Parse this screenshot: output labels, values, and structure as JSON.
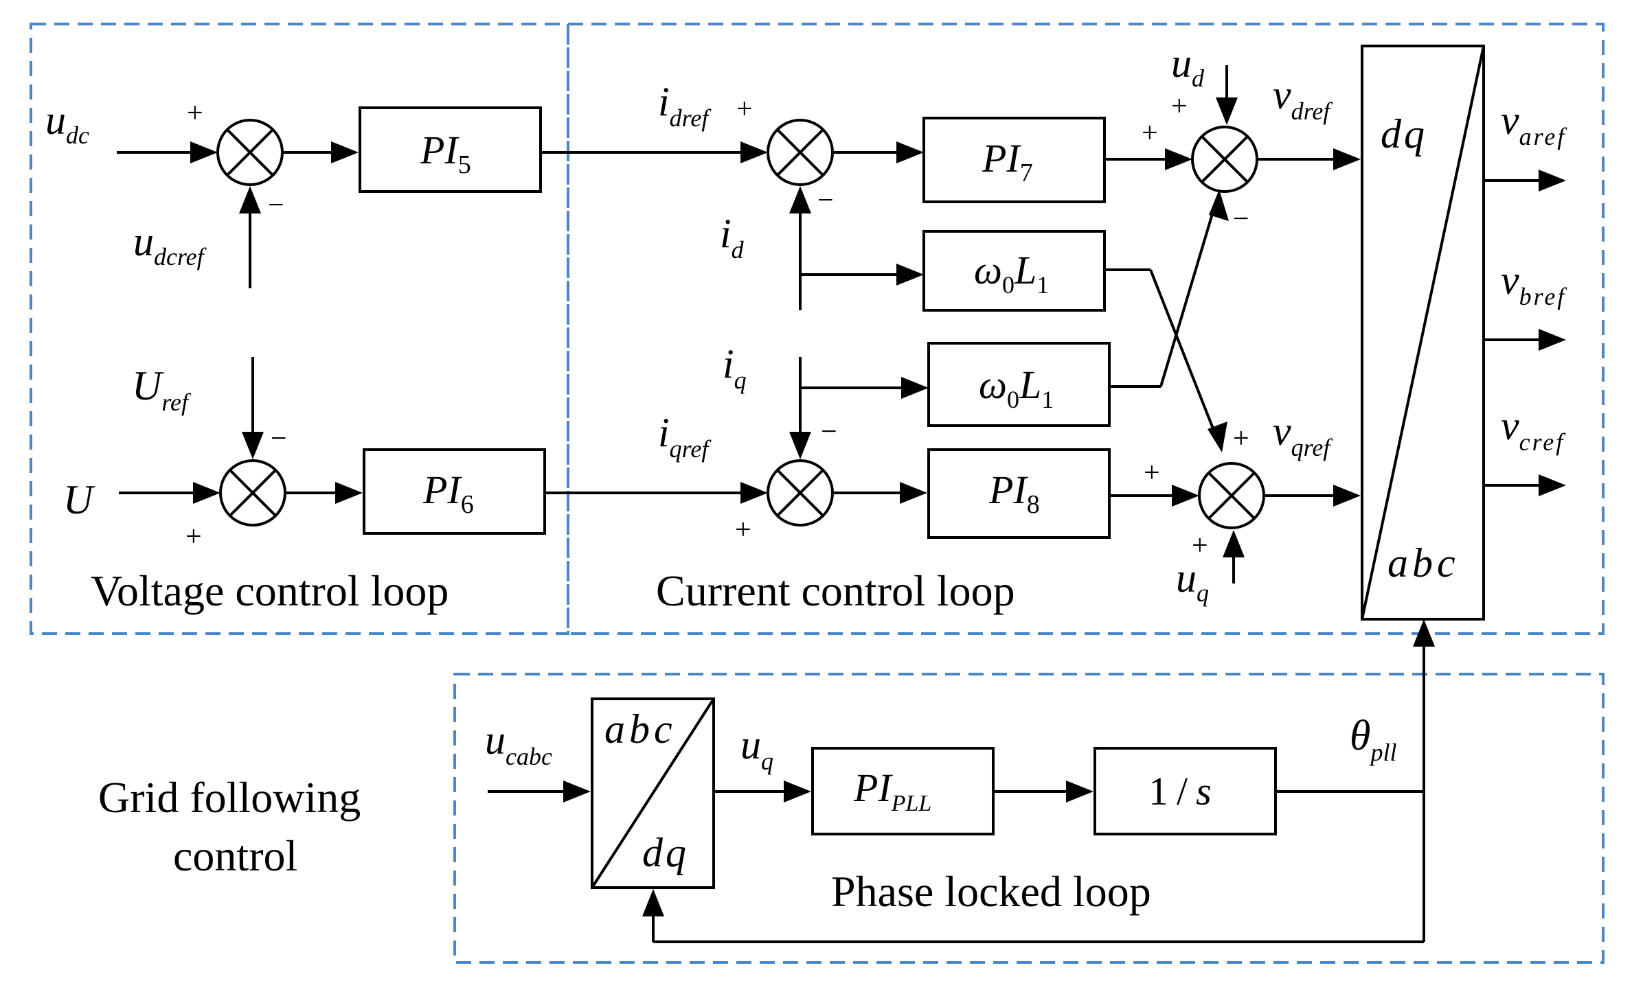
{
  "colors": {
    "frame": "#4a86c8",
    "line": "#000000",
    "background": "#ffffff"
  },
  "loops": {
    "voltage": "Voltage control loop",
    "current": "Current control loop",
    "pll": "Phase locked loop",
    "gfc_line1": "Grid following",
    "gfc_line2": "control"
  },
  "blocks": {
    "pi5": {
      "main": "PI",
      "sub": "5"
    },
    "pi6": {
      "main": "PI",
      "sub": "6"
    },
    "pi7": {
      "main": "PI",
      "sub": "7"
    },
    "pi8": {
      "main": "PI",
      "sub": "8"
    },
    "wl_top": {
      "main": "ω",
      "sub0": "0",
      "l": "L",
      "sub1": "1"
    },
    "wl_bot": {
      "main": "ω",
      "sub0": "0",
      "l": "L",
      "sub1": "1"
    },
    "dq_abc": {
      "top": "dq",
      "bottom": "abc"
    },
    "abc_dq": {
      "top": "abc",
      "bottom": "dq"
    },
    "pi_pll": {
      "main": "PI",
      "sub": "PLL"
    },
    "integrator": {
      "num": "1",
      "slash": "/",
      "s": "s"
    }
  },
  "signals": {
    "u_dc": {
      "main": "u",
      "sub": "dc"
    },
    "u_dcref": {
      "main": "u",
      "sub": "dcref"
    },
    "U_ref": {
      "main": "U",
      "sub": "ref"
    },
    "U": {
      "main": "U"
    },
    "i_dref": {
      "main": "i",
      "sub": "dref"
    },
    "i_qref": {
      "main": "i",
      "sub": "qref"
    },
    "i_d": {
      "main": "i",
      "sub": "d"
    },
    "i_q": {
      "main": "i",
      "sub": "q"
    },
    "u_d": {
      "main": "u",
      "sub": "d"
    },
    "u_q": {
      "main": "u",
      "sub": "q"
    },
    "v_dref": {
      "main": "v",
      "sub": "dref"
    },
    "v_qref": {
      "main": "v",
      "sub": "qref"
    },
    "v_aref": {
      "main": "v",
      "sub": "aref"
    },
    "v_bref": {
      "main": "v",
      "sub": "bref"
    },
    "v_cref": {
      "main": "v",
      "sub": "cref"
    },
    "u_cabc": {
      "main": "u",
      "sub": "cabc"
    },
    "u_q_pll": {
      "main": "u",
      "sub": "q"
    },
    "theta_pll": {
      "main": "θ",
      "sub": "pll"
    }
  },
  "signs": {
    "plus": "+",
    "minus": "−"
  }
}
